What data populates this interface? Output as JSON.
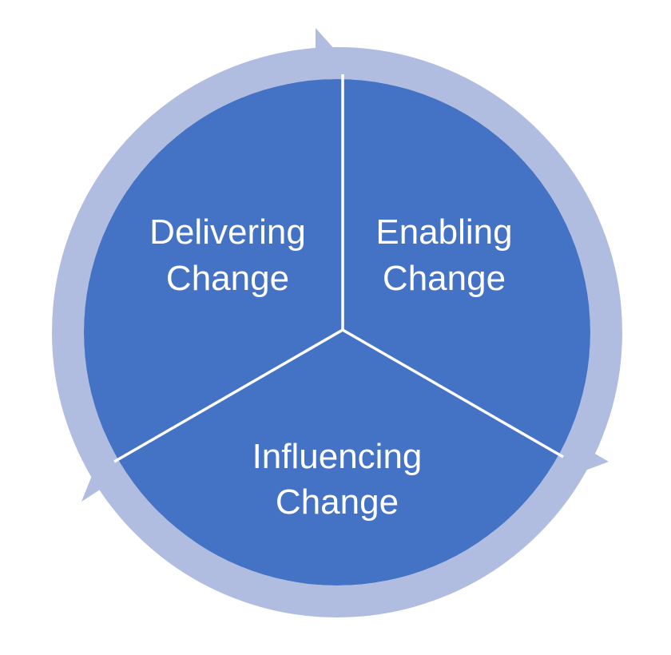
{
  "diagram": {
    "segments": [
      {
        "line1": "Delivering",
        "line2": "Change"
      },
      {
        "line1": "Enabling",
        "line2": "Change"
      },
      {
        "line1": "Influencing",
        "line2": "Change"
      }
    ],
    "colors": {
      "segment_fill": "#4472c4",
      "ring": "#b1bde0",
      "divider": "#ffffff",
      "text": "#ffffff"
    },
    "arrow_icons": [
      "cycle-arrow-icon",
      "cycle-arrow-icon",
      "cycle-arrow-icon"
    ]
  }
}
